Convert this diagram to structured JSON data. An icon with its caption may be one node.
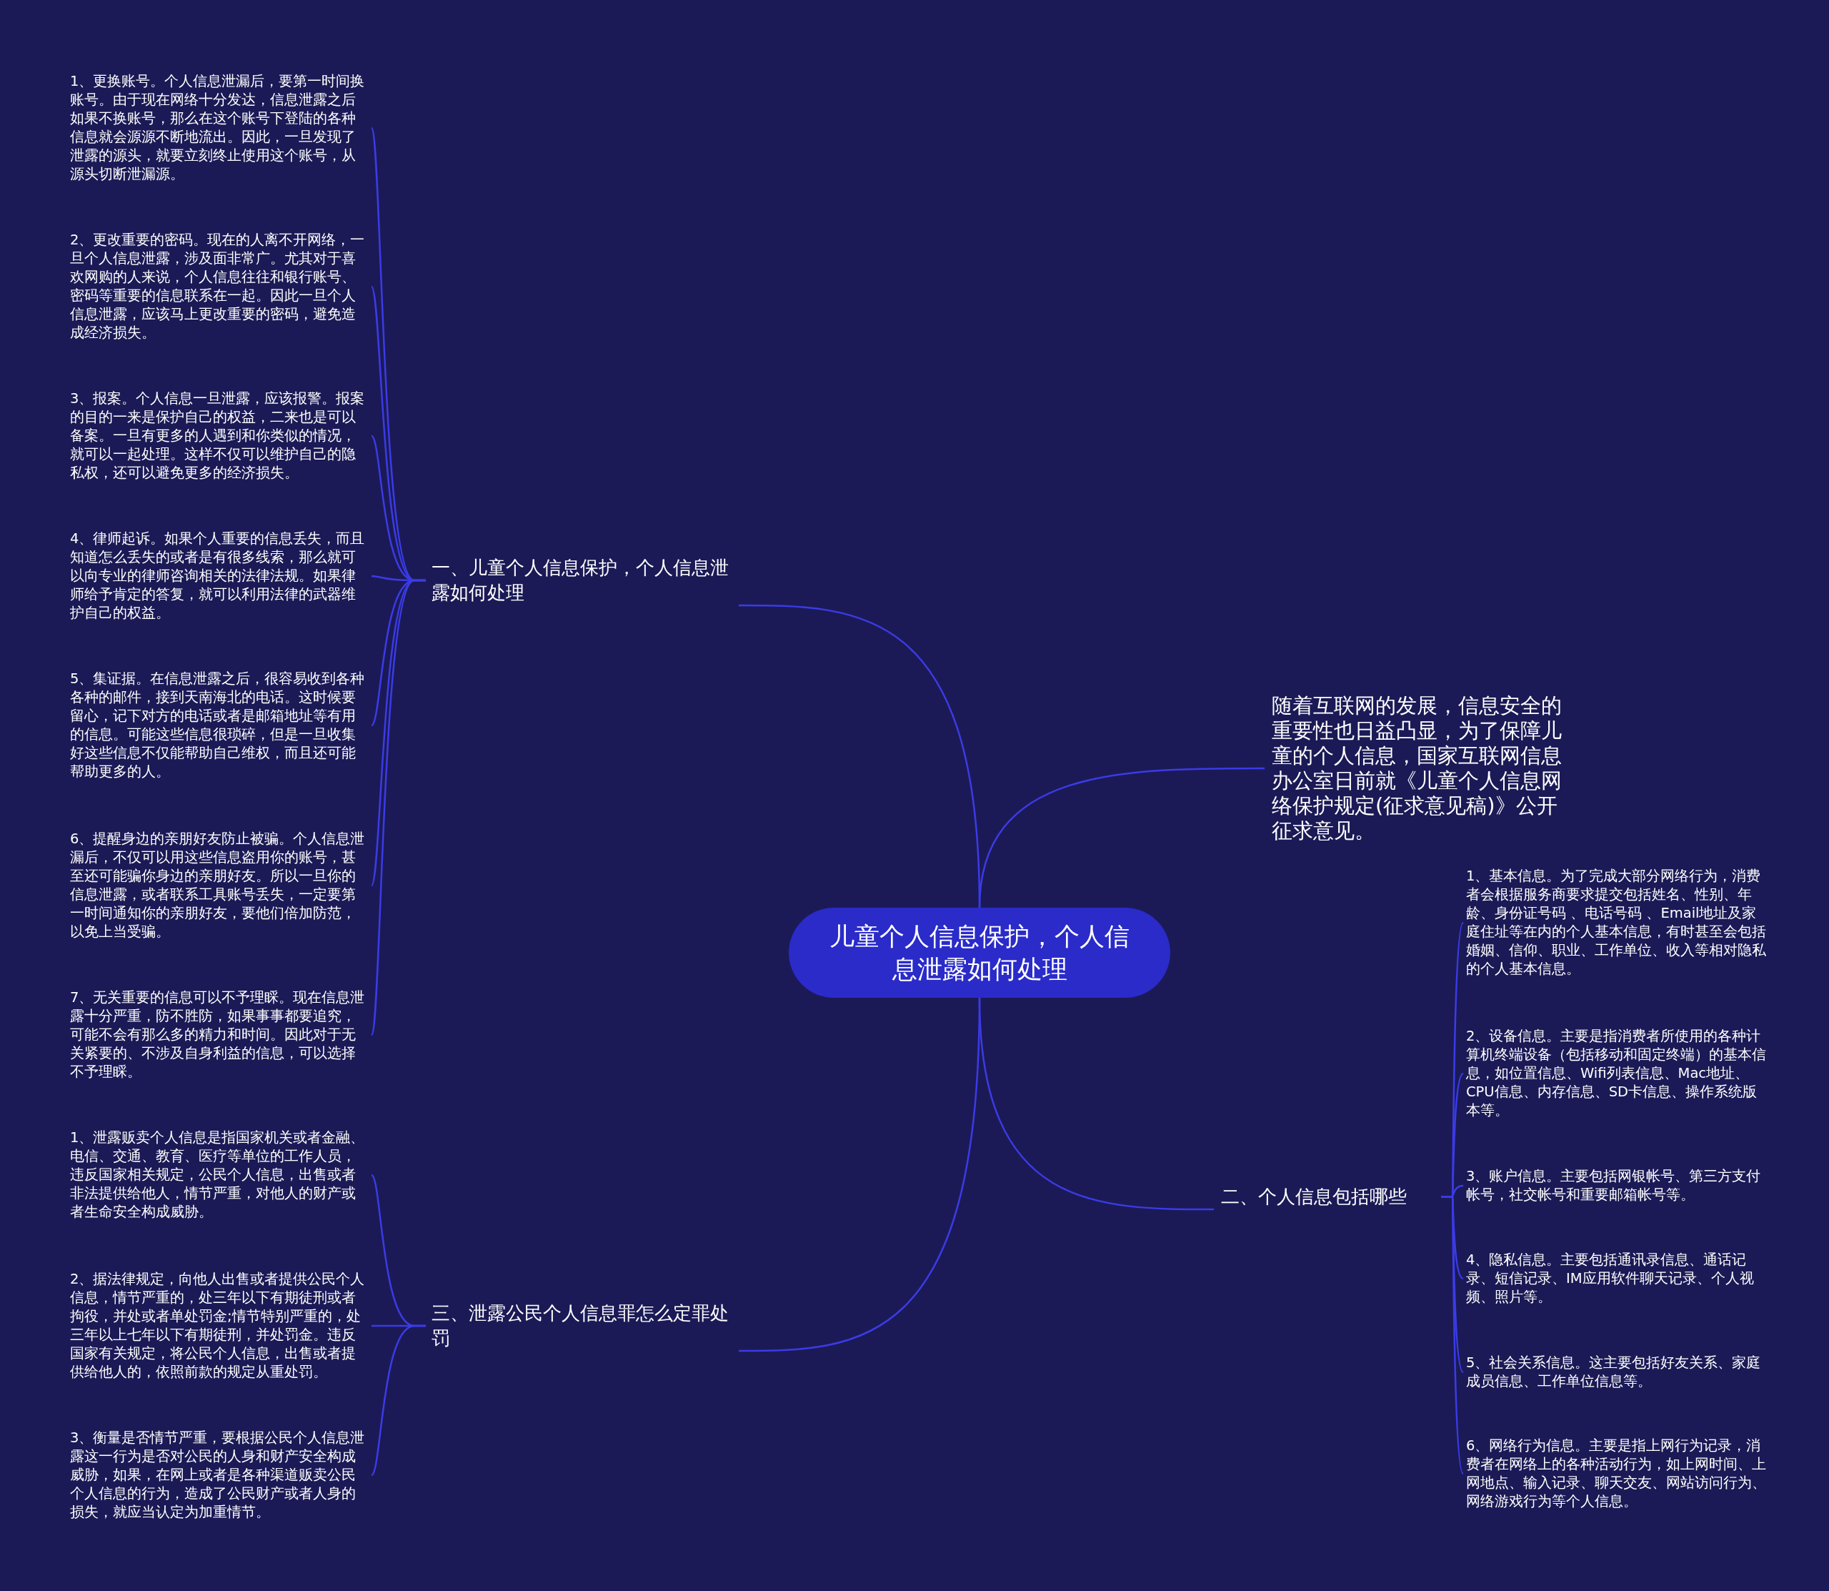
{
  "diagram": {
    "nodes": [
      {
        "text": [
          "儿童个人信息保护，个人信息泄露如何处理"
        ]
      },
      {
        "text": [
          "一、儿童个人信息保护，个人信息泄露如何处理"
        ]
      },
      {
        "text": [
          "1、更换账号。个人信息泄漏后，要第一时间换账号。由于现在网络十分发达，信息泄露之后如果不换账号，那么在这个账号下登陆的各种信息就会源源不断地流出。因此，一旦发现了泄露的源头，就要立刻终止使用这个账号，从源头切断泄漏源。"
        ]
      },
      {
        "text": [
          "2、更改重要的密码。现在的人离不开网络，一旦个人信息泄露，涉及面非常广。尤其对于喜欢网购的人来说，个人信息往往和银行账号、密码等重要的信息联系在一起。因此一旦个人信息泄露，应该马上更改重要的密码，避免造成经济损失。"
        ]
      },
      {
        "text": [
          "3、报案。个人信息一旦泄露，应该报警。报案的目的一来是保护自己的权益，二来也是可以备案。一旦有更多的人遇到和你类似的情况，就可以一起处理。这样不仅可以维护自己的隐私权，还可以避免更多的经济损失。"
        ]
      },
      {
        "text": [
          "4、律师起诉。如果个人重要的信息丢失，而且知道怎么丢失的或者是有很多线索，那么就可以向专业的律师咨询相关的法律法规。如果律师给予肯定的答复，就可以利用法律的武器维护自己的权益。"
        ]
      },
      {
        "text": [
          "5、集证据。在信息泄露之后，很容易收到各种各种的邮件，接到天南海北的电话。这时候要留心，记下对方的电话或者是邮箱地址等有用的信息。可能这些信息很琐碎，但是一旦收集好这些信息不仅能帮助自己维权，而且还可能帮助更多的人。"
        ]
      },
      {
        "text": [
          "6、提醒身边的亲朋好友防止被骗。个人信息泄漏后，不仅可以用这些信息盗用你的账号，甚至还可能骗你身边的亲朋好友。所以一旦你的信息泄露，或者联系工具账号丢失，一定要第一时间通知你的亲朋好友，要他们倍加防范，以免上当受骗。"
        ]
      },
      {
        "text": [
          "7、无关重要的信息可以不予理睬。现在信息泄露十分严重，防不胜防，如果事事都要追究，可能不会有那么多的精力和时间。因此对于无关紧要的、不涉及自身利益的信息，可以选择不予理睬。"
        ]
      },
      {
        "text": [
          "随着互联网的发展，信息安全的重要性也日益凸显，为了保障儿童的个人信息，国家互联网信息办公室日前就《儿童个人信息网络保护规定(征求意见稿)》公开征求意见。"
        ]
      },
      {
        "text": [
          "二、个人信息包括哪些"
        ]
      },
      {
        "text": [
          "1、基本信息。为了完成大部分网络行为，消费者会根据服务商要求提交包括姓名、性别、年龄、身份证号码 、电话号码 、Email地址及家庭住址等在内的个人基本信息，有时甚至会包括婚姻、信仰、职业、工作单位、收入等相对隐私的个人基本信息。"
        ]
      },
      {
        "text": [
          "2、设备信息。主要是指消费者所使用的各种计算机终端设备（包括移动和固定终端）的基本信息，如位置信息、Wifi列表信息、Mac地址、CPU信息、内存信息、SD卡信息、操作系统版本等。"
        ]
      },
      {
        "text": [
          "3、账户信息。主要包括网银帐号、第三方支付帐号，社交帐号和重要邮箱帐号等。"
        ]
      },
      {
        "text": [
          "4、隐私信息。主要包括通讯录信息、通话记录、短信记录、IM应用软件聊天记录、个人视频、照片等。"
        ]
      },
      {
        "text": [
          "5、社会关系信息。这主要包括好友关系、家庭成员信息、工作单位信息等。"
        ]
      },
      {
        "text": [
          "6、网络行为信息。主要是指上网行为记录，消费者在网络上的各种活动行为，如上网时间、上网地点、输入记录、聊天交友、网站访问行为、网络游戏行为等个人信息。"
        ]
      },
      {
        "text": [
          "三、泄露公民个人信息罪怎么定罪处罚"
        ]
      },
      {
        "text": [
          "1、泄露贩卖个人信息是指国家机关或者金融、电信、交通、教育、医疗等单位的工作人员，违反国家相关规定，公民个人信息，出售或者非法提供给他人，情节严重，对他人的财产或者生命安全构成威胁。"
        ]
      },
      {
        "text": [
          "2、据法律规定，向他人出售或者提供公民个人信息，情节严重的，处三年以下有期徒刑或者拘役，并处或者单处罚金;情节特别严重的，处三年以上七年以下有期徒刑，并处罚金。违反国家有关规定，将公民个人信息，出售或者提供给他人的，依照前款的规定从重处罚。"
        ]
      },
      {
        "text": [
          "3、衡量是否情节严重，要根据公民个人信息泄露这一行为是否对公民的人身和财产安全构成威胁，如果，在网上或者是各种渠道贩卖公民个人信息的行为，造成了公民财产或者人身的损失，就应当认定为加重情节。"
        ]
      }
    ],
    "edges": [
      {
        "from": 0,
        "to": 1,
        "arrow": "none"
      },
      {
        "from": 0,
        "to": 9,
        "arrow": "none"
      },
      {
        "from": 0,
        "to": 10,
        "arrow": "none"
      },
      {
        "from": 0,
        "to": 17,
        "arrow": "none"
      },
      {
        "from": 1,
        "to": 2,
        "arrow": "none"
      },
      {
        "from": 1,
        "to": 3,
        "arrow": "none"
      },
      {
        "from": 1,
        "to": 4,
        "arrow": "none"
      },
      {
        "from": 1,
        "to": 5,
        "arrow": "none"
      },
      {
        "from": 1,
        "to": 6,
        "arrow": "none"
      },
      {
        "from": 1,
        "to": 7,
        "arrow": "none"
      },
      {
        "from": 1,
        "to": 8,
        "arrow": "none"
      },
      {
        "from": 10,
        "to": 11,
        "arrow": "none"
      },
      {
        "from": 10,
        "to": 12,
        "arrow": "none"
      },
      {
        "from": 10,
        "to": 13,
        "arrow": "none"
      },
      {
        "from": 10,
        "to": 14,
        "arrow": "none"
      },
      {
        "from": 10,
        "to": 15,
        "arrow": "none"
      },
      {
        "from": 10,
        "to": 16,
        "arrow": "none"
      },
      {
        "from": 17,
        "to": 18,
        "arrow": "none"
      },
      {
        "from": 17,
        "to": 19,
        "arrow": "none"
      },
      {
        "from": 17,
        "to": 20,
        "arrow": "none"
      }
    ]
  }
}
